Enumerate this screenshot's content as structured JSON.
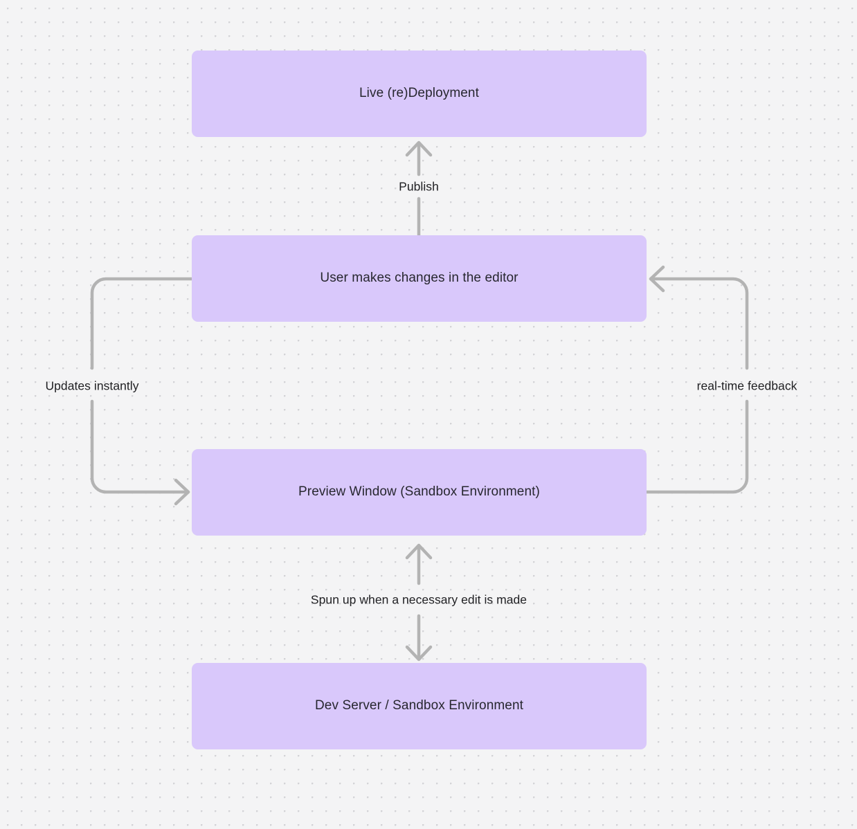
{
  "diagram": {
    "type": "flowchart",
    "background_color": "#f4f4f5",
    "dot_grid_color": "#d3d3d6",
    "node_fill": "#d9c8fb",
    "node_text_color": "#27272f",
    "edge_color": "#b3b3b3",
    "edge_label_color": "#1f1f22",
    "nodes": [
      {
        "id": "deploy",
        "label": "Live (re)Deployment"
      },
      {
        "id": "editor",
        "label": "User makes changes in the editor"
      },
      {
        "id": "preview",
        "label": "Preview Window (Sandbox Environment)"
      },
      {
        "id": "devserver",
        "label": "Dev Server / Sandbox Environment"
      }
    ],
    "edges": [
      {
        "id": "e1",
        "from": "editor",
        "to": "deploy",
        "label": "Publish",
        "direction": "up"
      },
      {
        "id": "e2",
        "from": "editor",
        "to": "preview",
        "label": "Updates instantly",
        "direction": "left-loop-down"
      },
      {
        "id": "e3",
        "from": "preview",
        "to": "editor",
        "label": "real-time feedback",
        "direction": "right-loop-up"
      },
      {
        "id": "e4",
        "from": "preview",
        "to": "devserver",
        "label": "Spun up when a necessary edit is made",
        "direction": "bidirectional"
      }
    ]
  }
}
